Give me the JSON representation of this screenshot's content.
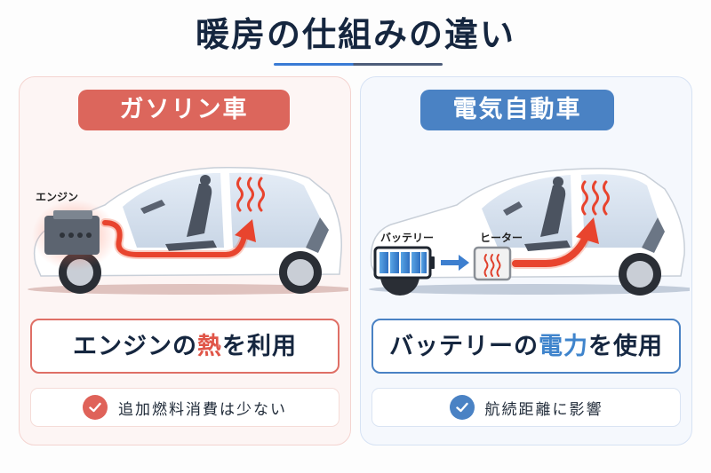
{
  "header": {
    "title": "暖房の仕組みの違い",
    "underline_colors": [
      "#3a7bd5",
      "#4d5d7a"
    ]
  },
  "panels": {
    "gasoline": {
      "badge": "ガソリン車",
      "accent": "#dc665c",
      "diagram": {
        "engine_label": "エンジン",
        "heat_flow": "engine-to-cabin"
      },
      "statement": {
        "before": "エンジンの",
        "highlight": "熱",
        "after": "を利用"
      },
      "note": "追加燃料消費は少ない",
      "note_icon": "check-circle-icon"
    },
    "ev": {
      "badge": "電気自動車",
      "accent": "#4a82c4",
      "diagram": {
        "battery_label": "バッテリー",
        "heater_label": "ヒーター",
        "heat_flow": "battery-to-heater-to-cabin"
      },
      "statement": {
        "before": "バッテリーの",
        "highlight": "電力",
        "after": "を使用"
      },
      "note": "航続距離に影響",
      "note_icon": "check-circle-icon"
    }
  }
}
